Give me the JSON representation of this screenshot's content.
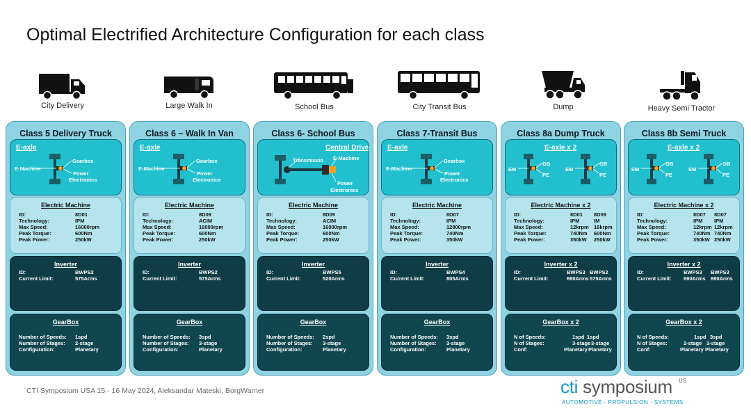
{
  "title": "Optimal Electrified Architecture Configuration for each class",
  "vehicles": [
    {
      "label": "City Delivery",
      "icon": "box-truck-icon"
    },
    {
      "label": "Large Walk In",
      "icon": "walk-in-van-icon"
    },
    {
      "label": "School Bus",
      "icon": "school-bus-icon"
    },
    {
      "label": "City Transit Bus",
      "icon": "transit-bus-icon"
    },
    {
      "label": "Dump",
      "icon": "dump-truck-icon"
    },
    {
      "label": "Heavy Semi Tractor",
      "icon": "semi-tractor-icon"
    }
  ],
  "columns": [
    {
      "title": "Class 5 Delivery Truck",
      "diagram": {
        "label": "E-axle",
        "tags": [
          "Gearbox",
          "E-Machine",
          "Power",
          "Electronics"
        ]
      },
      "em": {
        "title": "Electric Machine",
        "rows": [
          [
            "ID:",
            "8D01"
          ],
          [
            "Technology:",
            "IPM"
          ],
          [
            "Max Speed:",
            "16000rpm"
          ],
          [
            "Peak Torque:",
            "600Nm"
          ],
          [
            "Peak Power:",
            "250kW"
          ]
        ]
      },
      "inv": {
        "title": "Inverter",
        "rows": [
          [
            "ID:",
            "BWPS2"
          ],
          [
            "Current Limit:",
            "575Arms"
          ]
        ]
      },
      "gb": {
        "title": "GearBox",
        "rows": [
          [
            "Number of Speeds:",
            "1spd"
          ],
          [
            "Number of Stages:",
            "2-stage"
          ],
          [
            "Configuration:",
            "Planetary"
          ]
        ]
      }
    },
    {
      "title": "Class 6 – Walk In Van",
      "diagram": {
        "label": "E-axle",
        "tags": [
          "Gearbox",
          "E-Machine",
          "Power",
          "Electronics"
        ]
      },
      "em": {
        "title": "Electric Machine",
        "rows": [
          [
            "ID:",
            "8D09"
          ],
          [
            "Technology:",
            "ACIM"
          ],
          [
            "Max Speed:",
            "16000rpm"
          ],
          [
            "Peak Torque:",
            "600Nm"
          ],
          [
            "Peak Power:",
            "250kW"
          ]
        ]
      },
      "inv": {
        "title": "Inverter",
        "rows": [
          [
            "ID:",
            "BWPS2"
          ],
          [
            "Current Limit:",
            "575Arms"
          ]
        ]
      },
      "gb": {
        "title": "GearBox",
        "rows": [
          [
            "Number of Speeds:",
            "3spd"
          ],
          [
            "Number of Stages:",
            "3-stage"
          ],
          [
            "Configuration:",
            "Planetary"
          ]
        ]
      }
    },
    {
      "title": "Class 6- School Bus",
      "diagram": {
        "label": "Central Drive",
        "tags": [
          "Transmissio",
          "E-Machine",
          "Power",
          "Electronics"
        ]
      },
      "em": {
        "title": "Electric Machine",
        "rows": [
          [
            "ID:",
            "8D09"
          ],
          [
            "Technology:",
            "ACIM"
          ],
          [
            "Max Speed:",
            "16000rpm"
          ],
          [
            "Peak Torque:",
            "600Nm"
          ],
          [
            "Peak Power:",
            "250kW"
          ]
        ]
      },
      "inv": {
        "title": "Inverter",
        "rows": [
          [
            "ID:",
            "BWPS5"
          ],
          [
            "Current Limit:",
            "520Arms"
          ]
        ]
      },
      "gb": {
        "title": "GearBox",
        "rows": [
          [
            "Number of Speeds:",
            "2spd"
          ],
          [
            "Number of Stages:",
            "3-stage"
          ],
          [
            "Configuration:",
            "Planetary"
          ]
        ]
      }
    },
    {
      "title": "Class 7-Transit Bus",
      "diagram": {
        "label": "E-axle",
        "tags": [
          "Gearbox",
          "E-Machine",
          "Power",
          "Electronics"
        ]
      },
      "em": {
        "title": "Electric Machine",
        "rows": [
          [
            "ID:",
            "8D07"
          ],
          [
            "Technology:",
            "IPM"
          ],
          [
            "Max Speed:",
            "12800rpm"
          ],
          [
            "Peak Torque:",
            "740Nm"
          ],
          [
            "Peak Power:",
            "350kW"
          ]
        ]
      },
      "inv": {
        "title": "Inverter",
        "rows": [
          [
            "ID:",
            "BWPS4"
          ],
          [
            "Current Limit:",
            "805Arms"
          ]
        ]
      },
      "gb": {
        "title": "GearBox",
        "rows": [
          [
            "Number of Speeds:",
            "3spd"
          ],
          [
            "Number of Stages:",
            "3-stage"
          ],
          [
            "Configuration:",
            "Planetary"
          ]
        ]
      }
    },
    {
      "title": "Class 8a Dump Truck",
      "diagram": {
        "label": "E-axle x 2",
        "tags": [
          "GB",
          "EM",
          "PE",
          "GB",
          "EM",
          "PE"
        ]
      },
      "em": {
        "title": "Electric Machine x 2",
        "rows": [
          [
            "ID:",
            "8D01",
            "8D09"
          ],
          [
            "Technology:",
            "IPM",
            "IM"
          ],
          [
            "Max Speed:",
            "12krpm",
            "16krpm"
          ],
          [
            "Peak Torque:",
            "740Nm",
            "600Nm"
          ],
          [
            "Peak Power:",
            "350kW",
            "250kW"
          ]
        ]
      },
      "inv": {
        "title": "Inverter x 2",
        "rows": [
          [
            "ID:",
            "BWPS3",
            "BWPS2"
          ],
          [
            "Current Limit:",
            "690Arms",
            "575Arms"
          ]
        ]
      },
      "gb": {
        "title": "GearBox x 2",
        "rows": [
          [
            "N of Speeds:",
            "1spd",
            "1spd"
          ],
          [
            "N of Stages:",
            "3-stage",
            "3-stage"
          ],
          [
            "Conf:",
            "Planetary",
            "Planetary"
          ]
        ]
      }
    },
    {
      "title": "Class 8b Semi Truck",
      "diagram": {
        "label": "E-axle x 2",
        "tags": [
          "GB",
          "EM",
          "PE",
          "GB",
          "EM",
          "PE"
        ]
      },
      "em": {
        "title": "Electric Machine x 2",
        "rows": [
          [
            "ID:",
            "8D07",
            "8D07"
          ],
          [
            "Technology:",
            "IPM",
            "IPM"
          ],
          [
            "Max Speed:",
            "12krpm",
            "12krpm"
          ],
          [
            "Peak Torque:",
            "740Nm",
            "740Nm"
          ],
          [
            "Peak Power:",
            "350kW",
            "250kW"
          ]
        ]
      },
      "inv": {
        "title": "Inverter x 2",
        "rows": [
          [
            "ID:",
            "BWPS3",
            "BWPS3"
          ],
          [
            "Current Limit:",
            "690Arms",
            "690Arms"
          ]
        ]
      },
      "gb": {
        "title": "GearBox x 2",
        "rows": [
          [
            "N of Speeds:",
            "1spd",
            "3spd"
          ],
          [
            "N of Stages:",
            "2-stage",
            "3-stage"
          ],
          [
            "Conf:",
            "Planetary",
            "Planetary"
          ]
        ]
      }
    }
  ],
  "footer": "CTI Symposium USA 15 - 16 May 2024, Aleksandar Mateski, BorgWarner",
  "logo": {
    "prefix": "cti",
    "name": "symposium",
    "sup": "US",
    "tagline": "AUTOMOTIVE · PROPULSION · SYSTEMS"
  },
  "colors": {
    "panel": "#8fd3e3",
    "diagram": "#22c0cf",
    "machine": "#b5e4ee",
    "dark": "#0f3d47",
    "accent": "#0a9bc9"
  }
}
